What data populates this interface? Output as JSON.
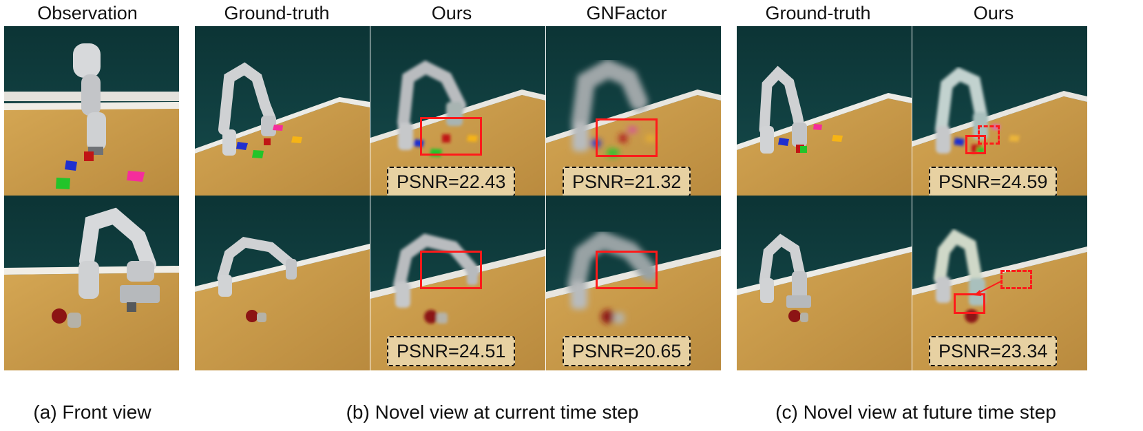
{
  "column_titles": {
    "observation": "Observation",
    "gt_current": "Ground-truth",
    "ours_current": "Ours",
    "gnfactor": "GNFactor",
    "gt_future": "Ground-truth",
    "ours_future": "Ours"
  },
  "captions": {
    "a": "(a) Front view",
    "b": "(b) Novel view at current time step",
    "c": "(c) Novel view at future time step"
  },
  "psnr": {
    "row1_ours_current": "PSNR=22.43",
    "row1_gnfactor": "PSNR=21.32",
    "row1_ours_future": "PSNR=24.59",
    "row2_ours_current": "PSNR=24.51",
    "row2_gnfactor": "PSNR=20.65",
    "row2_ours_future": "PSNR=23.34"
  },
  "colors": {
    "wall": "#0f3d3e",
    "table": "#c99a4a",
    "table_edge": "#e9e4da",
    "robot": "#c8cacc",
    "highlight": "#ff1a1a",
    "psnr_bg": "#e7d1a2"
  }
}
